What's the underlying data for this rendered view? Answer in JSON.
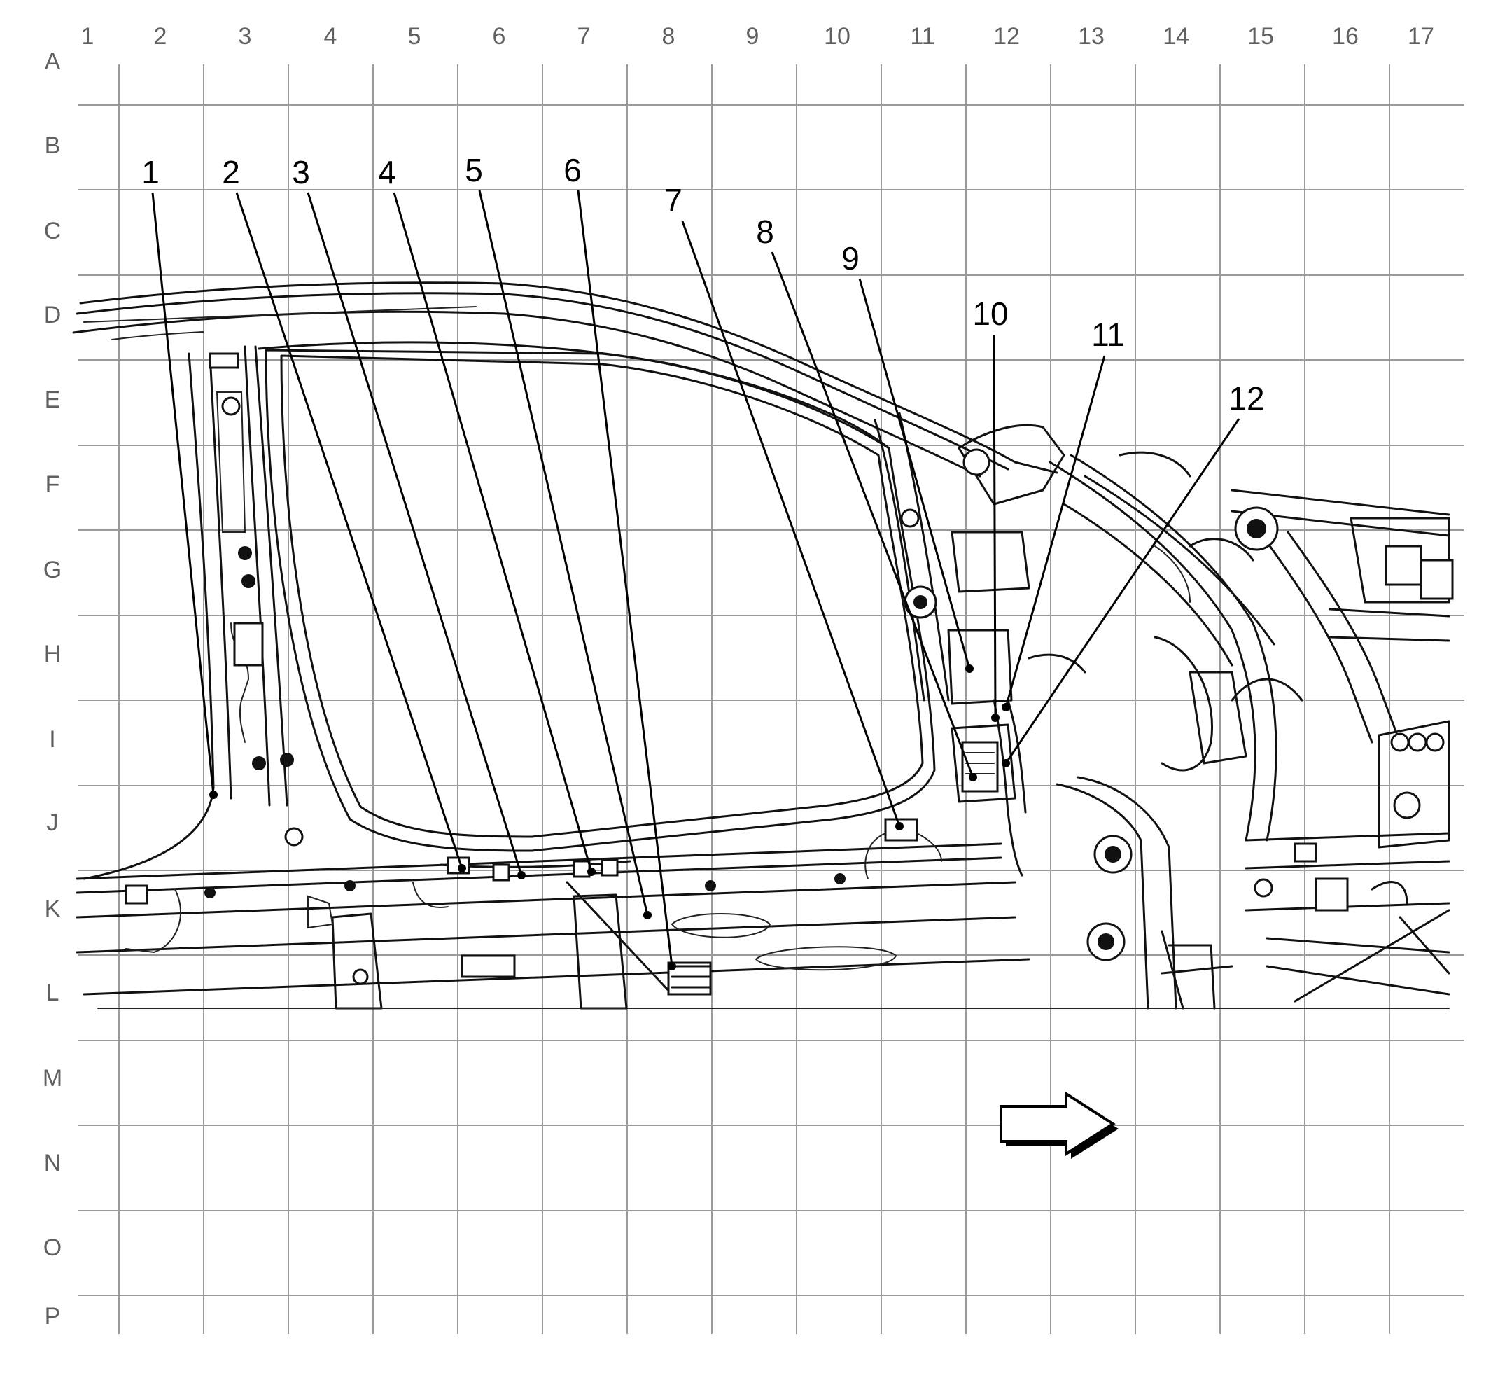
{
  "grid": {
    "columns": [
      "1",
      "2",
      "3",
      "4",
      "5",
      "6",
      "7",
      "8",
      "9",
      "10",
      "11",
      "12",
      "13",
      "14",
      "15",
      "16",
      "17"
    ],
    "rows": [
      "A",
      "B",
      "C",
      "D",
      "E",
      "F",
      "G",
      "H",
      "I",
      "J",
      "K",
      "L",
      "M",
      "N",
      "O",
      "P"
    ]
  },
  "callouts": [
    {
      "label": "1"
    },
    {
      "label": "2"
    },
    {
      "label": "3"
    },
    {
      "label": "4"
    },
    {
      "label": "5"
    },
    {
      "label": "6"
    },
    {
      "label": "7"
    },
    {
      "label": "8"
    },
    {
      "label": "9"
    },
    {
      "label": "10"
    },
    {
      "label": "11"
    },
    {
      "label": "12"
    }
  ],
  "direction_arrow": {
    "icon": "right-arrow-icon"
  }
}
